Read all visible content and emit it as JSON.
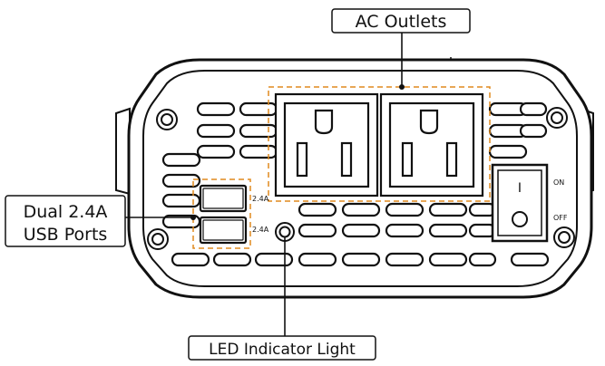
{
  "callouts": {
    "ac_outlets": "AC Outlets",
    "usb_line1": "Dual 2.4A",
    "usb_line2": "USB Ports",
    "led": "LED Indicator Light"
  },
  "labels": {
    "usb_rating_top": "2.4A",
    "usb_rating_bottom": "2.4A",
    "switch_on": "ON",
    "switch_off": "OFF",
    "switch_mark": "I"
  },
  "colors": {
    "line": "#111111",
    "body_fill": "#f2f2f2",
    "accent_dashed": "#e08a1e"
  }
}
